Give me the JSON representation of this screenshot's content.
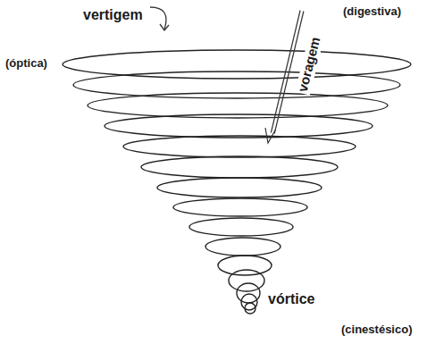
{
  "diagram": {
    "labels": [
      "vertigem",
      "(digestiva)",
      "(óptica)",
      "voragem",
      "vórtice",
      "(cinestésico)"
    ]
  }
}
